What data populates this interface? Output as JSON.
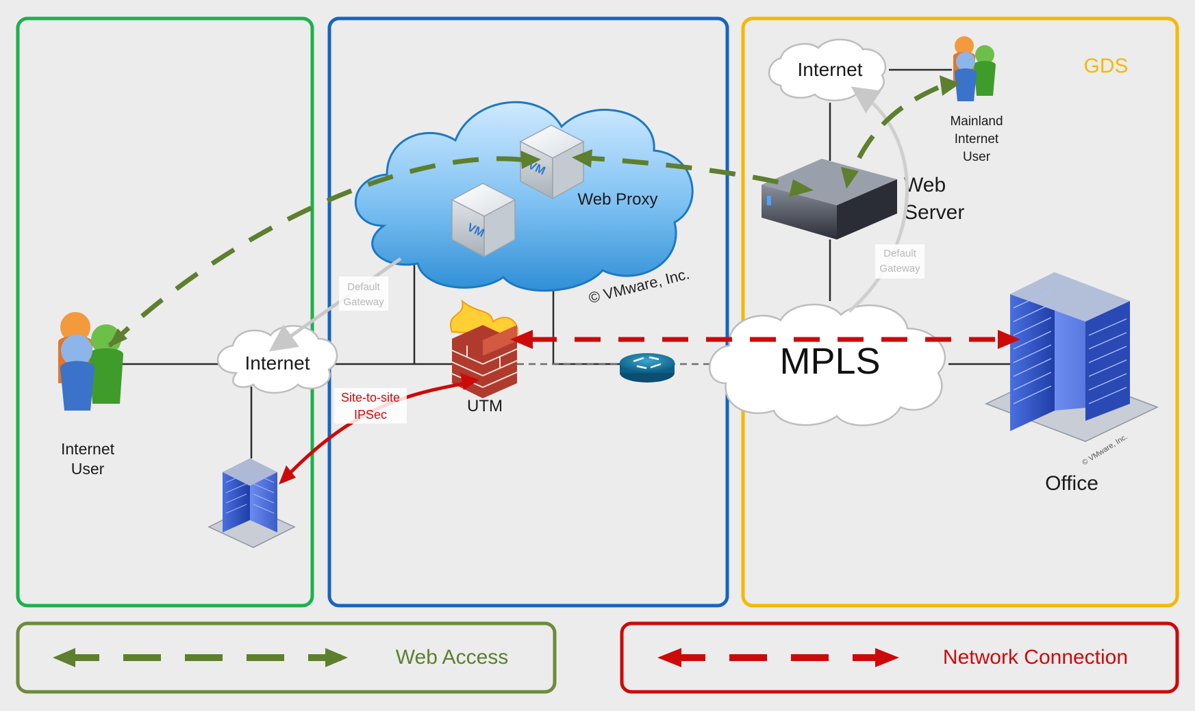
{
  "zones": {
    "gds_label": "GDS"
  },
  "nodes": {
    "internet_user_line1": "Internet",
    "internet_user_line2": "User",
    "internet_left": "Internet",
    "internet_right": "Internet",
    "mainland_line1": "Mainland",
    "mainland_line2": "Internet",
    "mainland_line3": "User",
    "web_server_line1": "Web",
    "web_server_line2": "Server",
    "web_proxy": "Web Proxy",
    "vm_label": "VM",
    "utm": "UTM",
    "mpls": "MPLS",
    "office": "Office",
    "vmware_copyright": "© VMware, Inc.",
    "building_copyright": "© VMware, Inc."
  },
  "annotations": {
    "default_gateway_line1": "Default",
    "default_gateway_line2": "Gateway",
    "ipsec_line1": "Site-to-site",
    "ipsec_line2": "IPSec"
  },
  "legend": {
    "web_access": "Web Access",
    "network_connection": "Network Connection"
  },
  "colors": {
    "green_zone": "#1db14b",
    "blue_zone": "#1565c0",
    "gds_zone": "#f5b800",
    "web_access": "#5d7f2e",
    "network_connection": "#cc0a0a",
    "legend_green_border": "#6e8a3c"
  }
}
